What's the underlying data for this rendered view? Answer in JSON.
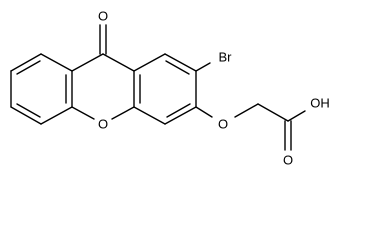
{
  "structure": {
    "atoms": {
      "ketone_oxygen": "O",
      "bromine": "Br",
      "ring_oxygen": "O",
      "ether_oxygen": "O",
      "acid_oxygen": "O",
      "hydroxyl": "OH"
    }
  }
}
